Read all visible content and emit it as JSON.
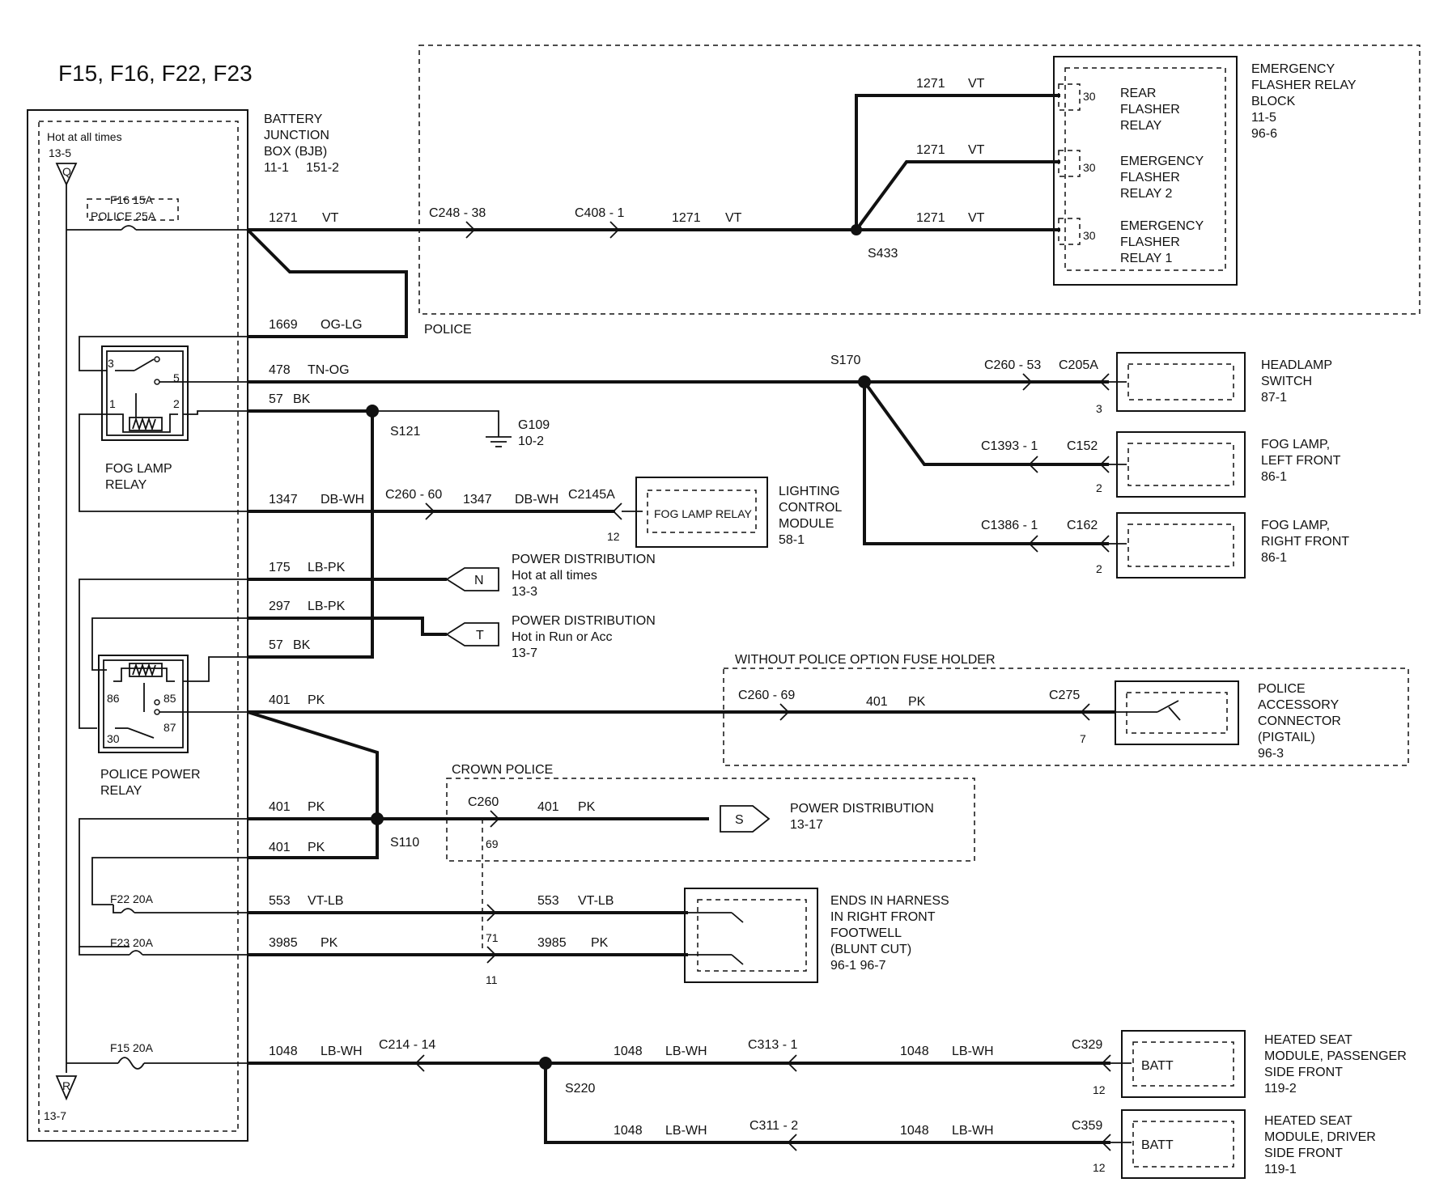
{
  "title": "F15, F16, F22, F23",
  "bjb": {
    "hot": "Hot at all times",
    "hot_ref": "13-5",
    "pin_top": "Q",
    "pin_bottom": "R",
    "ref_bottom": "13-7",
    "lines": [
      "BATTERY",
      "JUNCTION",
      "BOX (BJB)",
      "11-1",
      "151-2"
    ]
  },
  "fuses": {
    "f16": "F16   15A",
    "police": "POLICE 25A",
    "f22": "F22  20A",
    "f23": "F23  20A",
    "f15": "F15  20A"
  },
  "circuits": {
    "c1271": "1271",
    "vt": "VT",
    "c1669": "1669",
    "ogl": "OG-LG",
    "c478": "478",
    "tnog": "TN-OG",
    "c57": "57",
    "bk": "BK",
    "c1347": "1347",
    "dbwh": "DB-WH",
    "c175": "175",
    "lbpk": "LB-PK",
    "c297": "297",
    "c401": "401",
    "pk": "PK",
    "c553": "553",
    "vtlb": "VT-LB",
    "c3985": "3985",
    "c1048": "1048",
    "lbwh": "LB-WH"
  },
  "connectors": {
    "c248": "C248  -  38",
    "c408": "C408  -  1",
    "c260_53": "C260  -  53",
    "c205a": "C205A",
    "c1393": "C1393  -  1",
    "c152": "C152",
    "c1386": "C1386  -  1",
    "c162": "C162",
    "c260_60": "C260  -  60",
    "c2145a": "C2145A",
    "c260_69": "C260  -  69",
    "c275": "C275",
    "c260": "C260",
    "c214": "C214  -  14",
    "c313": "C313  -  1",
    "c311": "C311  -  2",
    "c329": "C329",
    "c359": "C359"
  },
  "pins": {
    "p30": "30",
    "p3": "3",
    "p2": "2",
    "p12": "12",
    "p7": "7",
    "p69": "69",
    "p71": "71",
    "p11": "11",
    "r3": "3",
    "r5": "5",
    "r1": "1",
    "r2": "2",
    "r86": "86",
    "r85": "85",
    "r87": "87",
    "r30": "30"
  },
  "splices": {
    "s433": "S433",
    "s170": "S170",
    "s121": "S121",
    "s110": "S110",
    "s220": "S220"
  },
  "ground": {
    "name": "G109",
    "ref": "10-2"
  },
  "regions": {
    "police": "POLICE",
    "without_police": "WITHOUT POLICE OPTION FUSE HOLDER",
    "crown_police": "CROWN POLICE"
  },
  "relays": {
    "fog": [
      "FOG LAMP",
      "RELAY"
    ],
    "police_power": [
      "POLICE POWER",
      "RELAY"
    ]
  },
  "components": {
    "emergency_block": [
      "EMERGENCY",
      "FLASHER RELAY",
      "BLOCK",
      "11-5",
      "96-6"
    ],
    "rear_relay": [
      "REAR",
      "FLASHER",
      "RELAY"
    ],
    "em_relay2": [
      "EMERGENCY",
      "FLASHER",
      "RELAY 2"
    ],
    "em_relay1": [
      "EMERGENCY",
      "FLASHER",
      "RELAY 1"
    ],
    "headlamp": [
      "HEADLAMP",
      "SWITCH",
      "87-1"
    ],
    "fog_left": [
      "FOG LAMP,",
      "LEFT FRONT",
      "86-1"
    ],
    "fog_right": [
      "FOG LAMP,",
      "RIGHT FRONT",
      "86-1"
    ],
    "lcm": [
      "LIGHTING",
      "CONTROL",
      "MODULE",
      "58-1"
    ],
    "lcm_inner": "FOG LAMP RELAY",
    "pd_n": [
      "POWER DISTRIBUTION",
      "Hot at all times",
      "13-3"
    ],
    "pd_t": [
      "POWER DISTRIBUTION",
      "Hot in Run or Acc",
      "13-7"
    ],
    "pd_s": [
      "POWER DISTRIBUTION",
      "13-17"
    ],
    "police_acc": [
      "POLICE",
      "ACCESSORY",
      "CONNECTOR",
      "(PIGTAIL)",
      "96-3"
    ],
    "ends": [
      "ENDS IN HARNESS",
      "IN RIGHT FRONT",
      "FOOTWELL",
      "(BLUNT CUT)",
      "96-1      96-7"
    ],
    "heated_pass": [
      "HEATED SEAT",
      "MODULE, PASSENGER",
      "SIDE FRONT",
      "119-2"
    ],
    "heated_driver": [
      "HEATED SEAT",
      "MODULE, DRIVER",
      "SIDE FRONT",
      "119-1"
    ],
    "batt": "BATT",
    "tag_n": "N",
    "tag_t": "T",
    "tag_s": "S"
  }
}
